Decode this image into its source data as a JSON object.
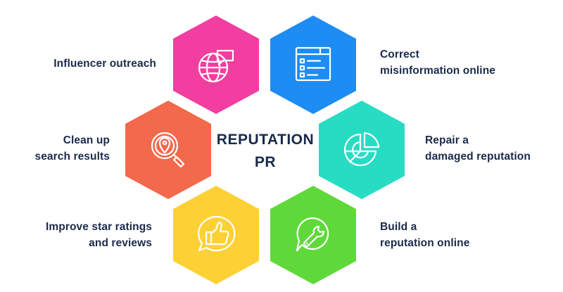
{
  "center": {
    "line1": "REPUTATION",
    "line2": "PR"
  },
  "colors": {
    "influencer": "#f23ea0",
    "correct": "#1d8cf3",
    "cleanup": "#f26a4b",
    "repair": "#28dcc4",
    "stars": "#fdd135",
    "build": "#5fd93a",
    "text": "#1a2a4a"
  },
  "items": {
    "influencer": {
      "lines": [
        "Influencer outreach"
      ],
      "icon": "globe-chat-icon"
    },
    "correct": {
      "lines": [
        "Correct",
        "misinformation online"
      ],
      "icon": "checklist-icon"
    },
    "cleanup": {
      "lines": [
        "Clean up",
        "search results"
      ],
      "icon": "magnifier-pin-icon"
    },
    "repair": {
      "lines": [
        "Repair a",
        "damaged reputation"
      ],
      "icon": "pie-chart-icon"
    },
    "stars": {
      "lines": [
        "Improve star ratings",
        "and reviews"
      ],
      "icon": "thumbs-up-bubble-icon"
    },
    "build": {
      "lines": [
        "Build a",
        "reputation online"
      ],
      "icon": "wrench-bubble-icon"
    }
  }
}
